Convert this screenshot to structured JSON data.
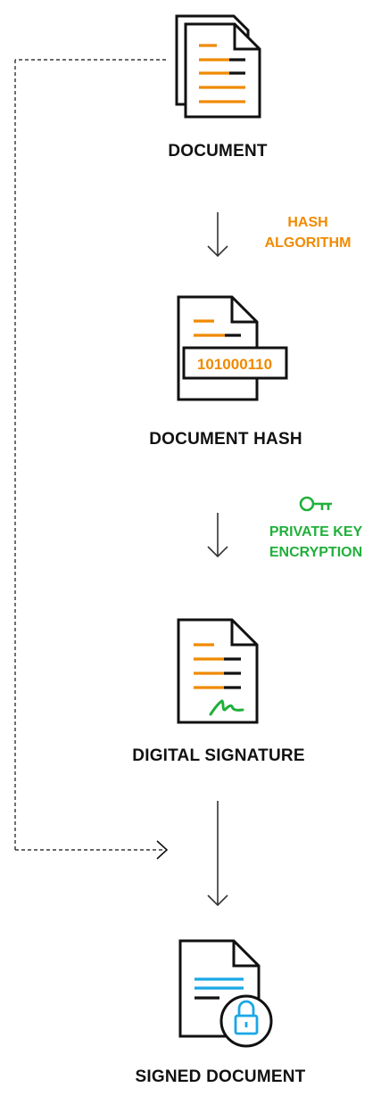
{
  "steps": {
    "document": "DOCUMENT",
    "hash": "DOCUMENT HASH",
    "signature": "DIGITAL SIGNATURE",
    "signed": "SIGNED DOCUMENT"
  },
  "annotations": {
    "hash_line1": "HASH",
    "hash_line2": "ALGORITHM",
    "key_line1": "PRIVATE KEY",
    "key_line2": "ENCRYPTION",
    "hash_value": "101000110"
  },
  "colors": {
    "orange": "#f08a00",
    "green": "#20b03a",
    "blue": "#1aa7e6",
    "black": "#111111"
  },
  "icons": {
    "document": "document-stack-icon",
    "hash": "document-hash-icon",
    "signature": "signed-page-icon",
    "signed": "locked-document-icon",
    "key": "key-icon",
    "lock": "lock-icon"
  }
}
